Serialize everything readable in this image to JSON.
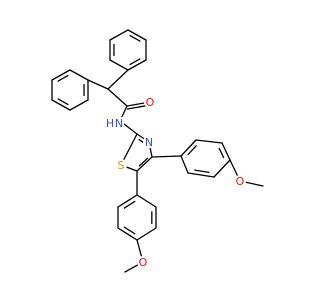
{
  "molecule": {
    "atom_labels": {
      "amide_oxygen": "O",
      "amide_nh": "N",
      "amide_h": "H",
      "thiazole_n": "N",
      "thiazole_s": "S",
      "methoxy_o_right": "O",
      "methoxy_o_bottom": "O"
    },
    "colors": {
      "nitrogen": "#3050F8",
      "sulfur": "#C8A000",
      "oxygen": "#FF0D0D",
      "bond": "#000000"
    }
  }
}
